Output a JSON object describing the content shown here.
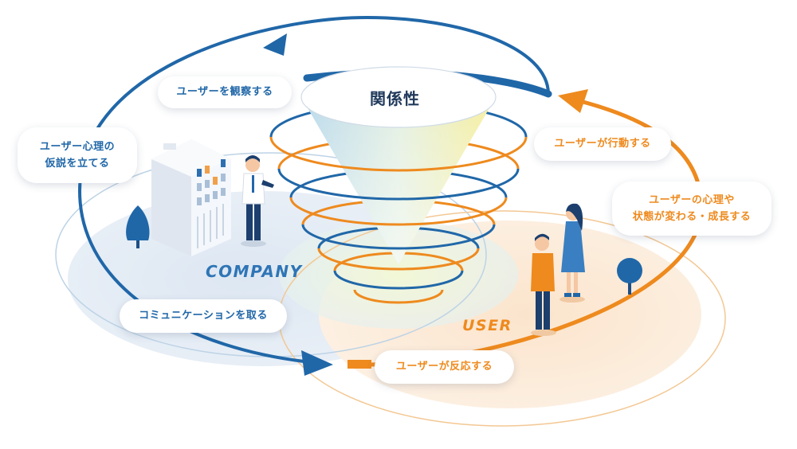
{
  "center": {
    "title": "関係性"
  },
  "zones": {
    "company": "COMPANY",
    "user": "USER"
  },
  "steps": {
    "observe": "ユーザーを観察する",
    "hypothesis_line1": "ユーザー心理の",
    "hypothesis_line2": "仮説を立てる",
    "communicate": "コミュニケーションを取る",
    "react": "ユーザーが反応する",
    "change_line1": "ユーザーの心理や",
    "change_line2": "状態が変わる・成長する",
    "act": "ユーザーが行動する"
  },
  "colors": {
    "company_blue": "#2067a8",
    "user_orange": "#ee8a1e",
    "title_navy": "#213a5c"
  }
}
